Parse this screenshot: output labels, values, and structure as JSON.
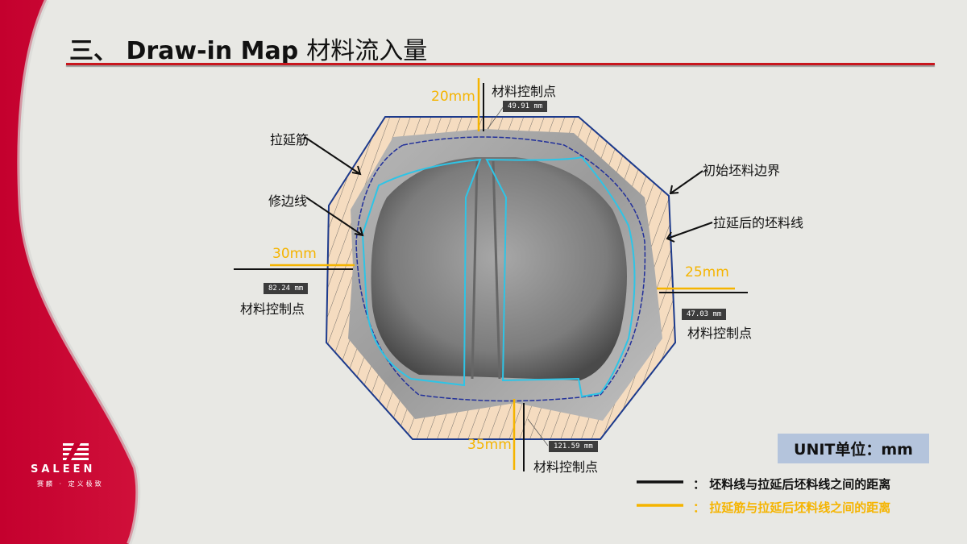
{
  "title": {
    "prefix": "三、 Draw-in Map",
    "cn": "材料流入量"
  },
  "logo": {
    "name": "SALEEN",
    "slogan": "赛麟 · 定义极致"
  },
  "callouts": {
    "draw_bead": "拉延筋",
    "trim_line": "修边线",
    "initial_blank": "初始坯料边界",
    "drawn_blank_line": "拉延后的坯料线"
  },
  "control_points": [
    {
      "label": "材料控制点",
      "measured": "49.91 mm",
      "bead_distance": "20mm",
      "side": "top"
    },
    {
      "label": "材料控制点",
      "measured": "82.24 mm",
      "bead_distance": "30mm",
      "side": "left"
    },
    {
      "label": "材料控制点",
      "measured": "47.03 mm",
      "bead_distance": "25mm",
      "side": "right"
    },
    {
      "label": "材料控制点",
      "measured": "121.59 mm",
      "bead_distance": "35mm",
      "side": "bottom"
    }
  ],
  "unit": "UNIT单位：mm",
  "legend": [
    {
      "sep": "：",
      "text": "坯料线与拉延后坯料线之间的距离",
      "color": "#000000"
    },
    {
      "sep": "：",
      "text": "拉延筋与拉延后坯料线之间的距离",
      "color": "#f5b400"
    }
  ],
  "colors": {
    "accent_red": "#c8161d",
    "orange": "#f5b400",
    "blank_outline": "#1c3a8c",
    "trim_line": "#2ec4e6"
  }
}
